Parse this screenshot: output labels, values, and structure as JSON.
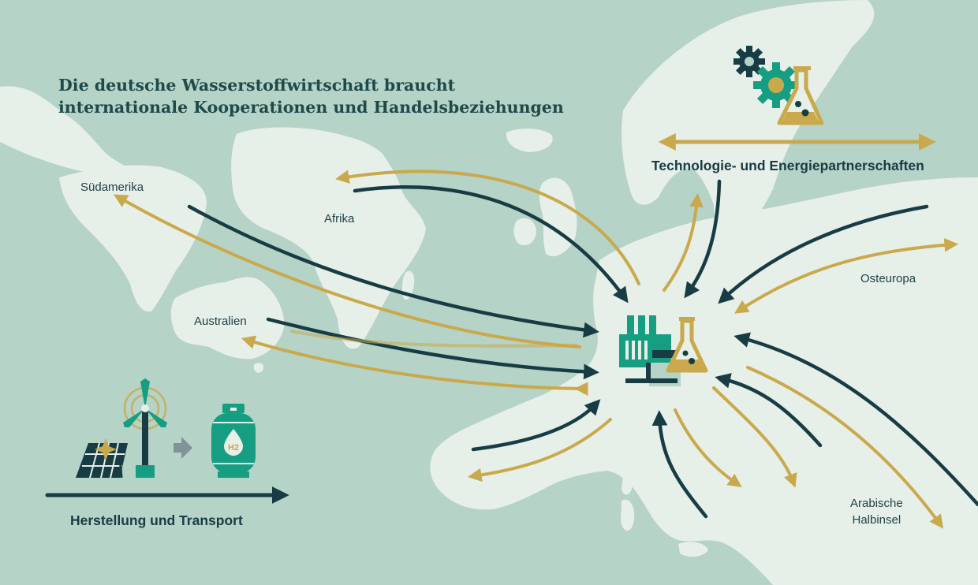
{
  "title": {
    "line1": "Die deutsche Wasserstoffwirtschaft braucht",
    "line2": "internationale Kooperationen und Handelsbeziehungen"
  },
  "regions": {
    "suedamerika": "Südamerika",
    "afrika": "Afrika",
    "australien": "Australien",
    "osteuropa": "Osteuropa",
    "arabische_line1": "Arabische",
    "arabische_line2": "Halbinsel"
  },
  "legend": {
    "technology": "Technologie- und Energiepartnerschaften",
    "production": "Herstellung und Transport"
  },
  "icons": {
    "tank_label": "H2"
  },
  "colors": {
    "background": "#b5d3c7",
    "land": "#e7efe9",
    "navy": "#173c44",
    "gold": "#c9a94c",
    "teal": "#169e82",
    "title": "#1f4a4a"
  }
}
